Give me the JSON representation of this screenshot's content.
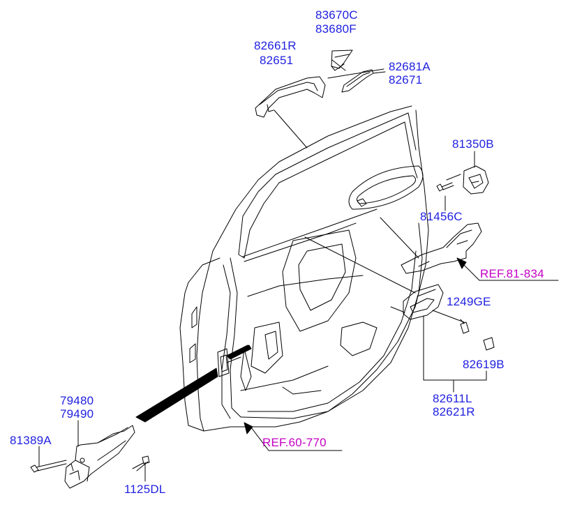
{
  "colors": {
    "part_label": "#1f1fe0",
    "ref_label": "#c400c4",
    "line": "#000000"
  },
  "labels": {
    "p83670c": "83670C",
    "p83680f": "83680F",
    "p82661r": "82661R",
    "p82651": "82651",
    "p82681a": "82681A",
    "p82671": "82671",
    "p81350b": "81350B",
    "p81456c": "81456C",
    "ref81834": "REF.81-834",
    "p1249ge": "1249GE",
    "p82619b": "82619B",
    "p82611l": "82611L",
    "p82621r": "82621R",
    "ref60770": "REF.60-770",
    "p79480": "79480",
    "p79490": "79490",
    "p81389a": "81389A",
    "p1125dl": "1125DL"
  }
}
